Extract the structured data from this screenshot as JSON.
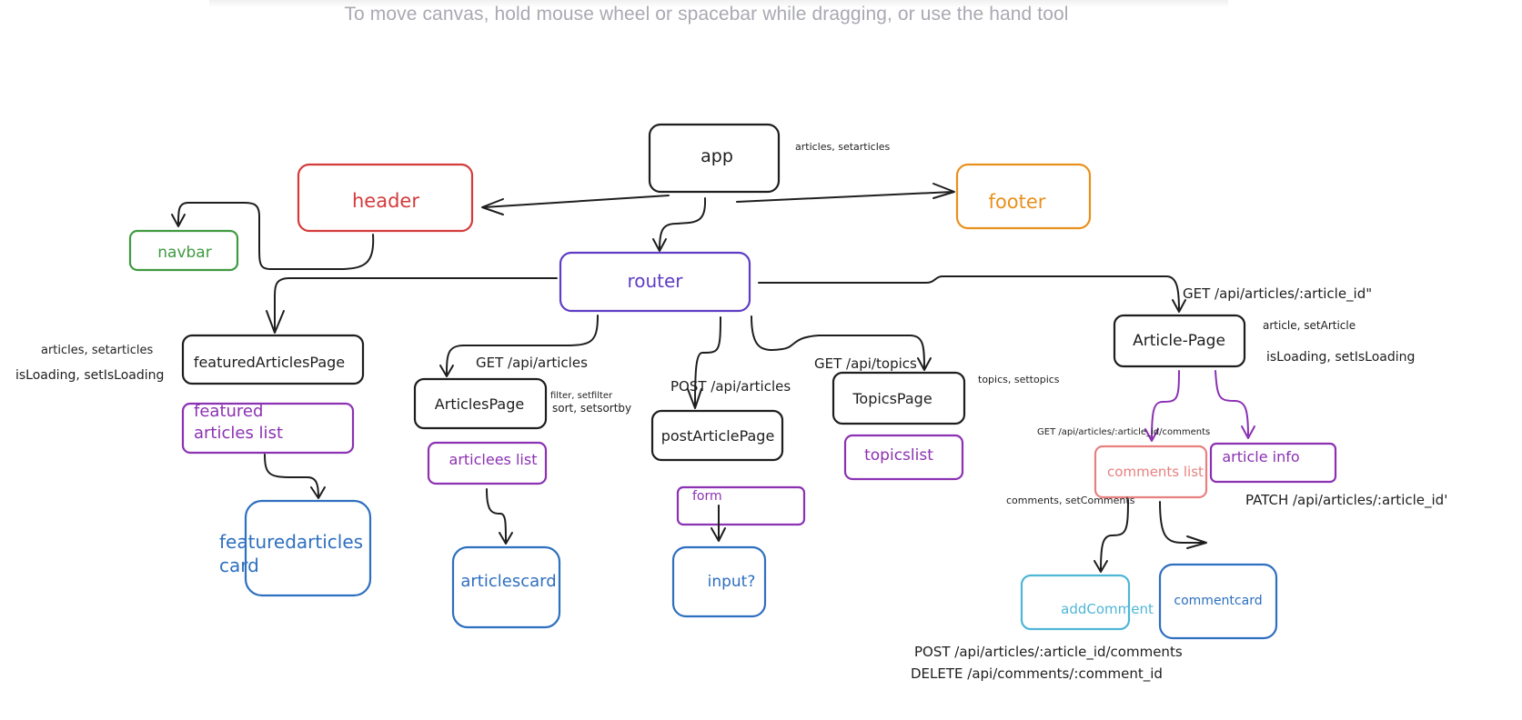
{
  "toolbar_hint": "To move canvas, hold mouse wheel or spacebar while dragging, or use the hand tool",
  "colors": {
    "black": "#1e1e1e",
    "red": "#d43b3b",
    "orange": "#e8901c",
    "green": "#3f9a41",
    "violet": "#5f3dc4",
    "purple": "#8b31b2",
    "blue": "#2e6fbf",
    "salmon": "#e88080",
    "cyan": "#4fb6d6"
  },
  "nodes": {
    "app": "app",
    "header": "header",
    "footer": "footer",
    "navbar": "navbar",
    "router": "router",
    "featured_articles_page": "featuredArticlesPage",
    "featured_articles_list": [
      "featured",
      "articles list"
    ],
    "featured_articles_card": [
      "featuredarticles",
      "card"
    ],
    "articles_page": "ArticlesPage",
    "articlees_list": "articlees list",
    "articlescard": "articlescard",
    "post_article_page": "postArticlePage",
    "form": "form",
    "input": "input?",
    "topics_page": "TopicsPage",
    "topicslist": "topicslist",
    "article_page": "Article-Page",
    "comments_list": "comments list",
    "article_info": "article info",
    "add_comment": "addComment",
    "commentcard": "commentcard"
  },
  "annotations": {
    "app_state": "articles, setarticles",
    "featured_state_1": "articles, setarticles",
    "featured_state_2": "isLoading, setIsLoading",
    "get_articles": "GET /api/articles",
    "articles_filter": "filter, setfilter",
    "articles_sort": "sort, setsortby",
    "post_articles": "POST /api/articles",
    "get_topics": "GET /api/topics",
    "topics_state": "topics, settopics",
    "get_article_id": "GET /api/articles/:article_id\"",
    "article_state": "article, setArticle",
    "article_loading": "isLoading, setIsLoading",
    "get_comments": "GET /api/articles/:article_id/comments",
    "comments_state": "comments, setComments",
    "patch_article": "PATCH /api/articles/:article_id'",
    "post_comments": "POST /api/articles/:article_id/comments",
    "delete_comment": "DELETE /api/comments/:comment_id"
  }
}
